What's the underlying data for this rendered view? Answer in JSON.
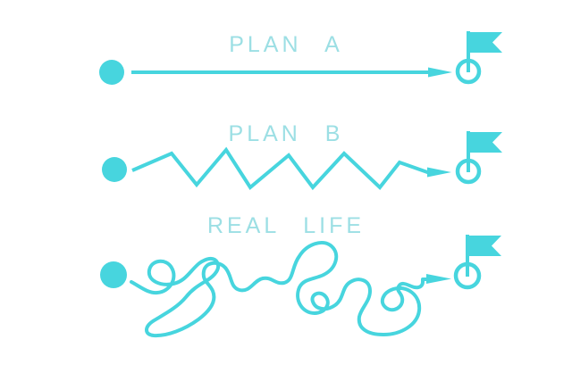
{
  "title": "Plan A vs Plan B vs Real Life diagram",
  "colors": {
    "accent": "#47d5de",
    "label": "#9cdfe4",
    "background": "#ffffff"
  },
  "rows": [
    {
      "label": "PLAN A",
      "path_type": "straight-arrow",
      "start_icon": "dot",
      "end_icon": "flag"
    },
    {
      "label": "PLAN B",
      "path_type": "zigzag-arrow",
      "start_icon": "dot",
      "end_icon": "flag"
    },
    {
      "label": "REAL LIFE",
      "path_type": "tangled-scribble-arrow",
      "start_icon": "dot",
      "end_icon": "flag"
    }
  ]
}
